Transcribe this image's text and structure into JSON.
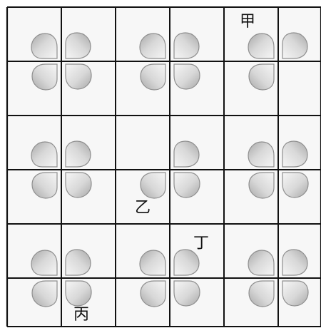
{
  "board": {
    "rows": 6,
    "cols": 6,
    "grid_color": "#111111",
    "cell_fill": "#f7f7f7",
    "petal": {
      "light": "#f4f4f4",
      "mid": "#d6d6d6",
      "dark": "#a6a6a6",
      "edge": "#8e8e8e"
    },
    "quads": [
      {
        "name": "quad-r0-c0",
        "petals": [
          "bottom-right",
          "bottom-left",
          "top-right",
          "top-left"
        ]
      },
      {
        "name": "quad-r0-c1",
        "petals": [
          "bottom-right",
          "bottom-left",
          "top-right",
          "top-left"
        ]
      },
      {
        "name": "quad-r0-c2",
        "petals": [
          "bottom-left",
          "top-right",
          "top-left"
        ]
      },
      {
        "name": "quad-r1-c0",
        "petals": [
          "bottom-right",
          "bottom-left",
          "top-right",
          "top-left"
        ]
      },
      {
        "name": "quad-r1-c1",
        "petals": [
          "bottom-right",
          "bottom-left",
          "top-right"
        ]
      },
      {
        "name": "quad-r1-c2",
        "petals": [
          "bottom-right",
          "bottom-left",
          "top-right",
          "top-left"
        ]
      },
      {
        "name": "quad-r2-c0",
        "petals": [
          "bottom-right",
          "bottom-left",
          "top-right",
          "top-left"
        ]
      },
      {
        "name": "quad-r2-c1",
        "petals": [
          "bottom-right",
          "bottom-left",
          "top-right",
          "top-left"
        ]
      },
      {
        "name": "quad-r2-c2",
        "petals": [
          "bottom-right",
          "bottom-left",
          "top-right",
          "top-left"
        ]
      }
    ],
    "labels": [
      {
        "name": "piece-jia",
        "text": "甲",
        "col": 4,
        "row": 0
      },
      {
        "name": "piece-yi",
        "text": "乙",
        "col": 2,
        "row": 3
      },
      {
        "name": "piece-ding",
        "text": "丁",
        "col": 3,
        "row": 4
      },
      {
        "name": "piece-bing",
        "text": "丙",
        "col": 1,
        "row": 5
      }
    ]
  }
}
